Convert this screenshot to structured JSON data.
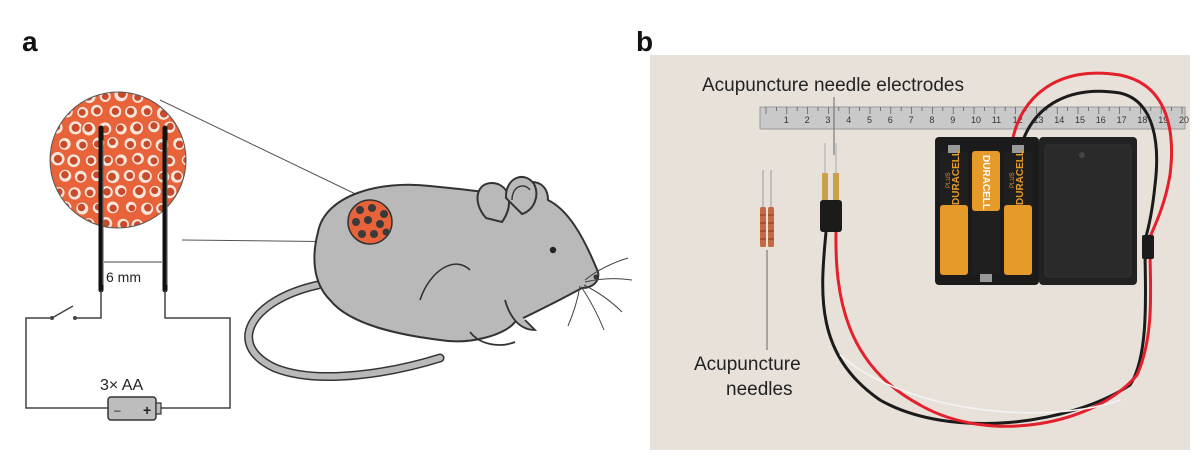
{
  "panels": {
    "a": {
      "letter": "a",
      "gap_label": "6 mm",
      "battery_label": "3× AA",
      "battery_minus": "–",
      "battery_plus": "+"
    },
    "b": {
      "letter": "b",
      "electrodes_label": "Acupuncture needle electrodes",
      "needles_label_line1": "Acupuncture",
      "needles_label_line2": "needles",
      "battery_brand": "DURACELL",
      "battery_sub": "PLUS",
      "ruler_marks": [
        "1",
        "2",
        "3",
        "4",
        "5",
        "6",
        "7",
        "8",
        "9",
        "10",
        "11",
        "12",
        "13",
        "14",
        "15",
        "16",
        "17",
        "18",
        "19",
        "20"
      ]
    }
  },
  "colors": {
    "tissue_orange": "#e8633a",
    "rat_grey": "#b9b9b9",
    "battery_grey": "#bdbdbd",
    "photo_bg": "#e7e1da",
    "wire_red": "#e3202b",
    "wire_black": "#1b1b1b",
    "duracell_copper": "#e59a2a"
  }
}
